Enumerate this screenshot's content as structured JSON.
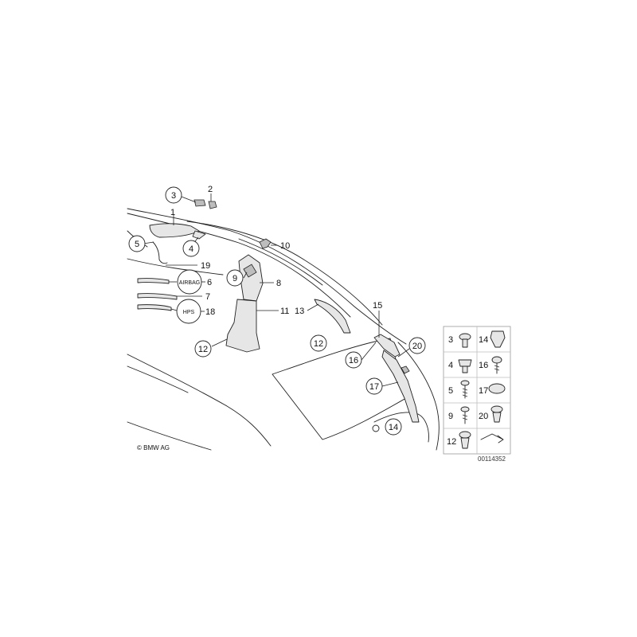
{
  "callouts": {
    "c1": "1",
    "c2": "2",
    "c3": "3",
    "c4": "4",
    "c5": "5",
    "c6": "6",
    "c7": "7",
    "c8": "8",
    "c9": "9",
    "c10": "10",
    "c11": "11",
    "c12a": "12",
    "c12b": "12",
    "c13": "13",
    "c14": "14",
    "c15": "15",
    "c16": "16",
    "c17": "17",
    "c18": "18",
    "c19": "19",
    "c20": "20"
  },
  "badges": {
    "airbag": "AIRBAG",
    "hps": "HPS"
  },
  "hardware_table": {
    "left": [
      "3",
      "4",
      "5",
      "9",
      "12"
    ],
    "right": [
      "14",
      "16",
      "17",
      "20"
    ]
  },
  "footer": {
    "copyright": "© BMW AG",
    "drawing_number": "00114352"
  }
}
